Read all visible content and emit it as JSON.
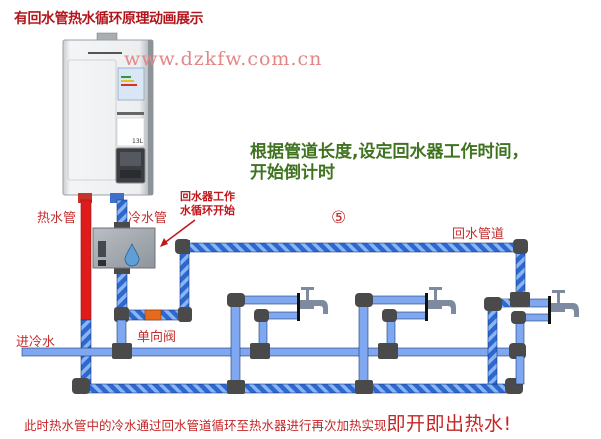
{
  "title": "有回水管热水循环原理动画展示",
  "watermark": "www.dzkfw.com.cn",
  "instruction": {
    "line1": "根据管道长度,设定回水器工作时间，",
    "line2": "开始倒计时"
  },
  "step_marker": "⑤",
  "labels": {
    "hot_pipe": "热水管",
    "cold_pipe": "冷水管",
    "recirculator_line1": "回水器工作",
    "recirculator_line2": "水循环开始",
    "return_pipe": "回水管道",
    "check_valve": "单向阀",
    "cold_inlet": "进冷水"
  },
  "footer": {
    "normal": "此时热水管中的冷水通过回水管道循环至热水器进行再次加热实现",
    "emphasis": "即开即出热水!"
  },
  "colors": {
    "hot_pipe": "#e01b1b",
    "cold_pipe": "#7fa8f0",
    "return_stripe_dark": "#1f5fc9",
    "fitting": "#4a4a4a",
    "check_valve": "#e56a1c",
    "faucet": "#7d8aa0",
    "title": "#b3161d",
    "instruction": "#3f7320"
  },
  "heater": {
    "capacity_badge": "13L"
  }
}
